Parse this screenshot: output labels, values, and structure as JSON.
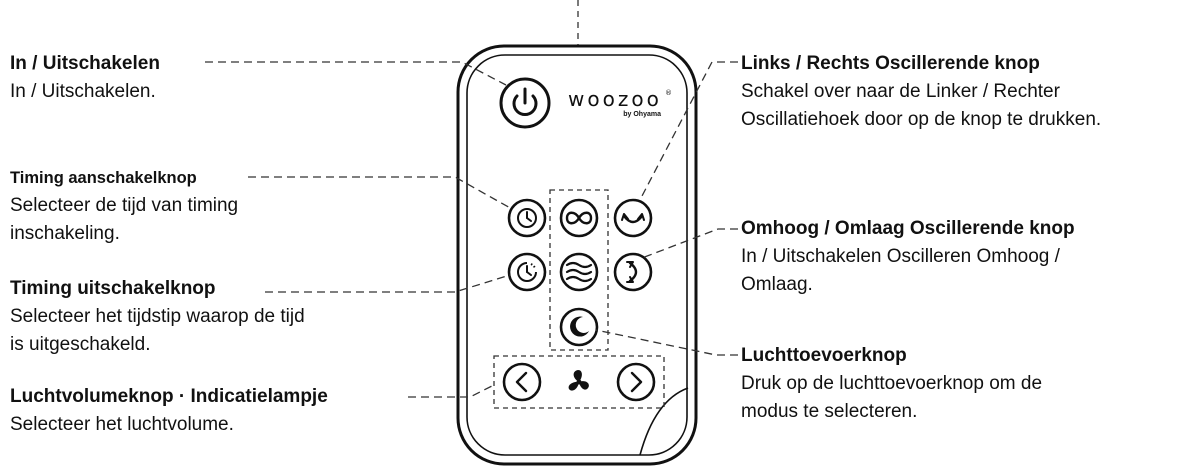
{
  "brand": {
    "name": "WOOZOO",
    "sub": "by Ohyama"
  },
  "labels": {
    "power": {
      "title": "In / Uitschakelen",
      "desc": [
        "In / Uitschakelen."
      ]
    },
    "timer_on": {
      "title": "Timing aanschakelknop",
      "desc": [
        "Selecteer de tijd van timing",
        "inschakeling."
      ]
    },
    "timer_off": {
      "title": "Timing uitschakelknop",
      "desc": [
        "Selecteer het tijdstip waarop de tijd",
        "is uitgeschakeld."
      ]
    },
    "airflow": {
      "title": "Luchtvolumeknop · Indicatielampje",
      "desc": [
        "Selecteer het luchtvolume."
      ]
    },
    "lr_osc": {
      "title": "Links / Rechts Oscillerende knop",
      "desc": [
        "Schakel over naar de Linker / Rechter",
        "Oscillatiehoek door op de knop te drukken."
      ]
    },
    "ud_osc": {
      "title": "Omhoog / Omlaag Oscillerende knop",
      "desc": [
        "In / Uitschakelen Oscilleren Omhoog /",
        "Omlaag."
      ]
    },
    "mode": {
      "title": "Luchttoevoerknop",
      "desc": [
        "Druk op de luchttoevoerknop om de",
        "modus te selecteren."
      ]
    }
  },
  "colors": {
    "stroke": "#111111",
    "dash": "#333333",
    "background": "#ffffff"
  },
  "icons": [
    "power-icon",
    "timer-on-icon",
    "timer-off-icon",
    "infinity-icon",
    "wind-wave-icon",
    "moon-icon",
    "lr-swing-icon",
    "ud-swing-icon",
    "chevron-left-icon",
    "fan-icon",
    "chevron-right-icon"
  ]
}
